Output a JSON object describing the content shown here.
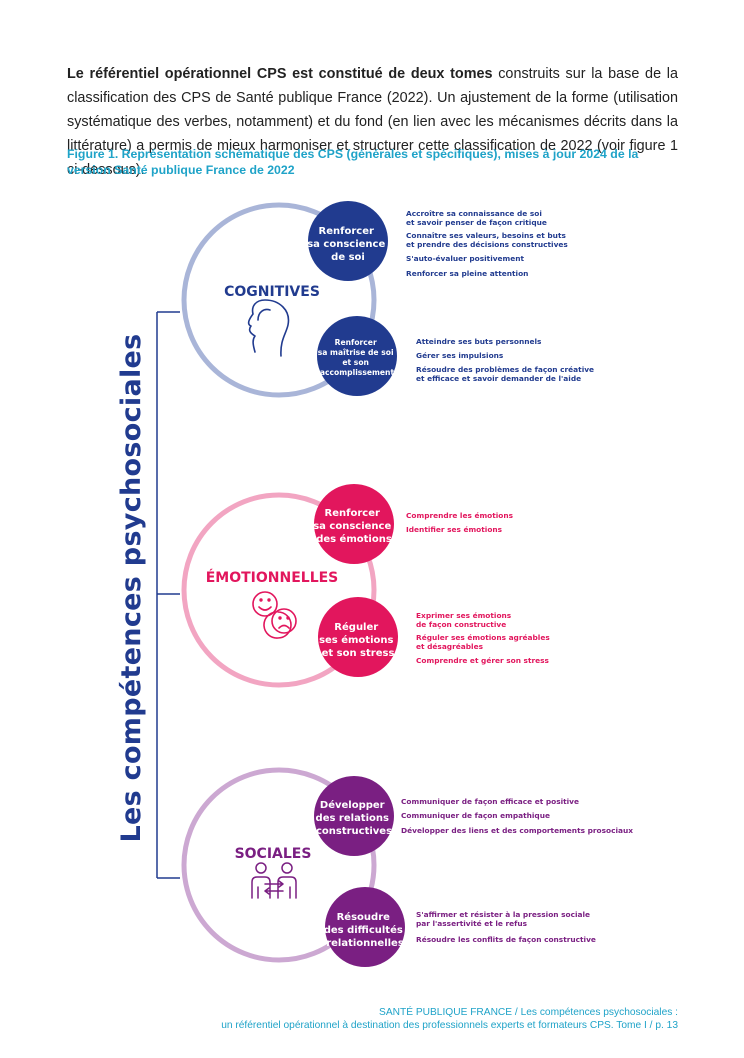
{
  "intro": {
    "bold": "Le référentiel opérationnel CPS est constitué de deux tomes",
    "rest": " construits sur la base de la classification des CPS de Santé publique France (2022). Un ajustement de la forme (utilisation systématique des verbes, notamment) et du fond (en lien avec les mécanismes décrits dans la littérature) a permis de mieux harmoniser et structurer cette classification de 2022 (voir figure 1 ci-dessous)."
  },
  "figure": {
    "caption": "Figure 1. Représentation schématique des CPS (générales et spécifiques), mises à jour 2024 de la version Santé publique France de 2022",
    "vertical_title": "Les compétences psychosociales",
    "colors": {
      "cognitive_dark": "#213b8f",
      "cognitive_ring": "#a9b5d8",
      "emotional_dark": "#e2165d",
      "emotional_ring": "#f2a5c2",
      "social_dark": "#7a1f82",
      "social_ring": "#cca8d2",
      "bracket": "#213b8f"
    },
    "groups": [
      {
        "title": "COGNITIVES",
        "icon": "head-profile-icon",
        "subs": [
          {
            "label_lines": [
              "Renforcer",
              "sa conscience",
              "de soi"
            ],
            "items": [
              {
                "lines": [
                  "Accroître sa connaissance de soi",
                  "et savoir penser de façon critique"
                ]
              },
              {
                "lines": [
                  "Connaître ses valeurs, besoins et buts",
                  "et prendre des décisions constructives"
                ]
              },
              {
                "lines": [
                  "S'auto-évaluer positivement"
                ]
              },
              {
                "lines": [
                  "Renforcer sa pleine attention"
                ]
              }
            ]
          },
          {
            "label_lines": [
              "Renforcer",
              "sa maîtrise de soi",
              "et son",
              "accomplissement"
            ],
            "items": [
              {
                "lines": [
                  "Atteindre ses buts personnels"
                ]
              },
              {
                "lines": [
                  "Gérer ses impulsions"
                ]
              },
              {
                "lines": [
                  "Résoudre des problèmes de façon créative",
                  "et efficace et savoir demander de l'aide"
                ]
              }
            ]
          }
        ]
      },
      {
        "title": "ÉMOTIONNELLES",
        "icon": "happy-sad-faces-icon",
        "subs": [
          {
            "label_lines": [
              "Renforcer",
              "sa conscience",
              "des émotions"
            ],
            "items": [
              {
                "lines": [
                  "Comprendre les émotions"
                ]
              },
              {
                "lines": [
                  "Identifier ses émotions"
                ]
              }
            ]
          },
          {
            "label_lines": [
              "Réguler",
              "ses émotions",
              "et son stress"
            ],
            "items": [
              {
                "lines": [
                  "Exprimer ses émotions",
                  "de façon constructive"
                ]
              },
              {
                "lines": [
                  "Réguler ses émotions agréables",
                  "et désagréables"
                ]
              },
              {
                "lines": [
                  "Comprendre et gérer son stress"
                ]
              }
            ]
          }
        ]
      },
      {
        "title": "SOCIALES",
        "icon": "two-people-exchange-icon",
        "subs": [
          {
            "label_lines": [
              "Développer",
              "des relations",
              "constructives"
            ],
            "items": [
              {
                "lines": [
                  "Communiquer de façon efficace et positive"
                ]
              },
              {
                "lines": [
                  "Communiquer de façon empathique"
                ]
              },
              {
                "lines": [
                  "Développer des liens et des comportements prosociaux"
                ]
              }
            ]
          },
          {
            "label_lines": [
              "Résoudre",
              "des difficultés",
              "relationnelles"
            ],
            "items": [
              {
                "lines": [
                  "S'affirmer et résister à la pression sociale",
                  "par l'assertivité et le refus"
                ]
              },
              {
                "lines": [
                  "Résoudre les conflits de façon constructive"
                ]
              }
            ]
          }
        ]
      }
    ]
  },
  "footer": {
    "line1": "SANTÉ PUBLIQUE FRANCE / Les compétences psychosociales :",
    "line2": "un référentiel opérationnel à destination des professionnels experts et formateurs CPS. Tome I / p. 13"
  }
}
